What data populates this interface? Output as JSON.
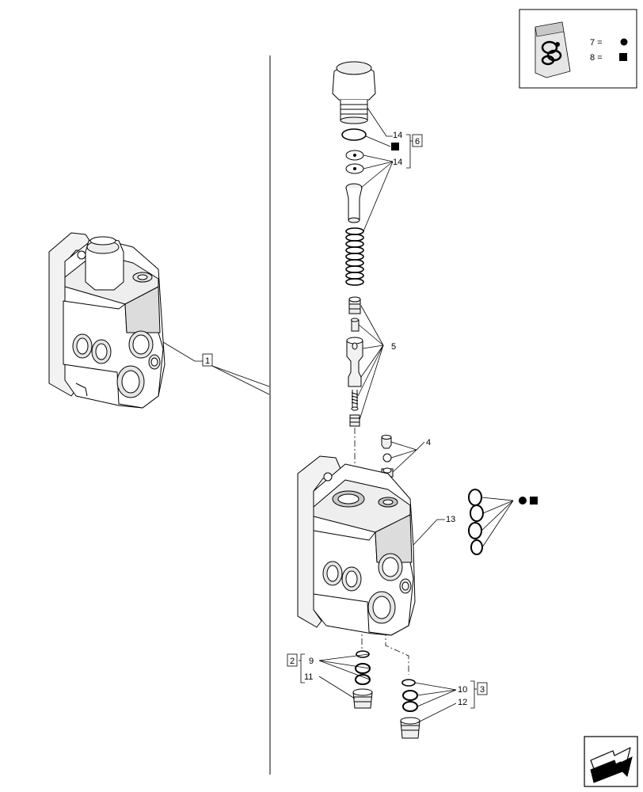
{
  "legend": {
    "kit7_label": "7 = ",
    "kit8_label": "8 = "
  },
  "callouts": {
    "assembly": "1",
    "fitting_kit_a": "2",
    "fitting_kit_b": "3",
    "detent_parts": "4",
    "spool_parts": "5",
    "cap_kit": "6",
    "oring_9": "9",
    "oring_10": "10",
    "plug_11": "11",
    "plug_12": "12",
    "housing": "13",
    "cap_parts_upper": "14",
    "cap_parts_lower": "14"
  },
  "colors": {
    "ink": "#000000",
    "paper": "#ffffff",
    "shade": "#e6e6e6",
    "mid": "#c8c8c8",
    "dark": "#8a8a8a"
  },
  "icons": {
    "legend_bag": "seal-kit-bag-icon",
    "nav_arrow": "next-page-arrow-icon",
    "kit7_marker": "filled-circle-icon",
    "kit8_marker": "filled-square-icon"
  }
}
